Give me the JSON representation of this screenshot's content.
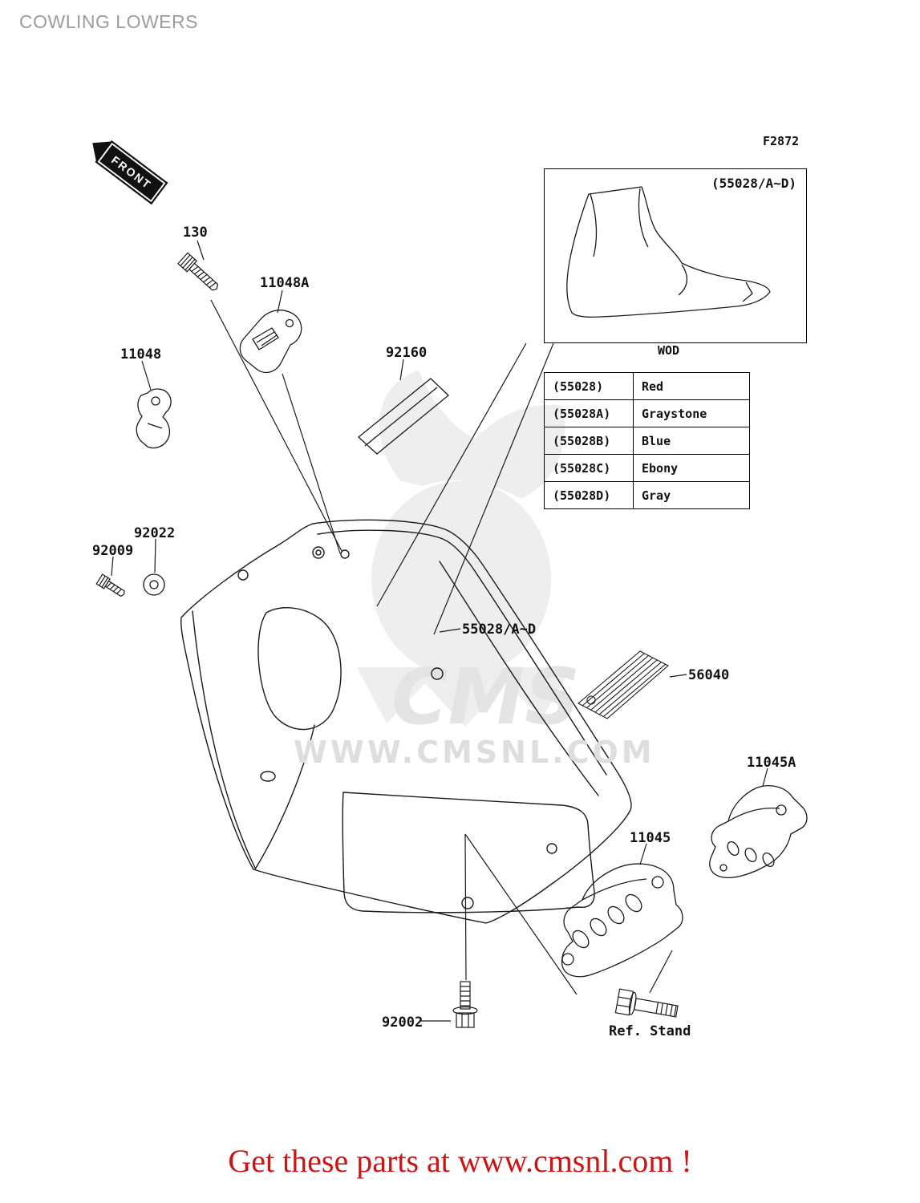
{
  "page": {
    "title": "COWLING LOWERS",
    "ref_code": "F2872",
    "footer": "Get these parts at www.cmsnl.com !",
    "watermark": "WWW.CMSNL.COM",
    "watermark_logo": "CMS"
  },
  "front_label": "FRONT",
  "inset": {
    "label": "(55028/A~D)",
    "caption": "WOD"
  },
  "color_table": {
    "rows": [
      {
        "code": "(55028)",
        "color": "Red"
      },
      {
        "code": "(55028A)",
        "color": "Graystone"
      },
      {
        "code": "(55028B)",
        "color": "Blue"
      },
      {
        "code": "(55028C)",
        "color": "Ebony"
      },
      {
        "code": "(55028D)",
        "color": "Gray"
      }
    ]
  },
  "part_labels": {
    "p130": "130",
    "p11048a": "11048A",
    "p11048": "11048",
    "p92160": "92160",
    "p92022": "92022",
    "p92009": "92009",
    "p55028": "55028/A~D",
    "p56040": "56040",
    "p11045a": "11045A",
    "p11045": "11045",
    "p92002": "92002",
    "ref_stand": "Ref. Stand"
  }
}
